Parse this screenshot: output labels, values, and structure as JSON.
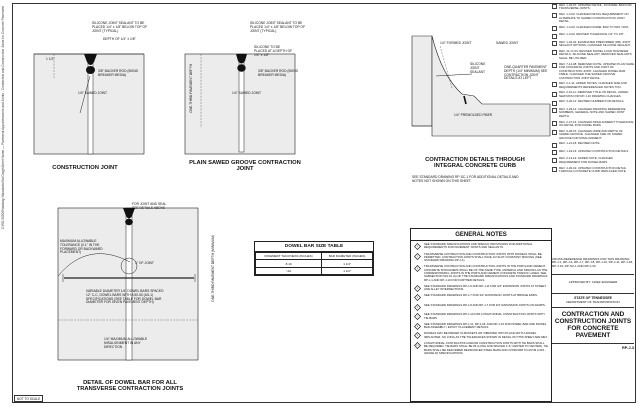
{
  "side_path": "Z:\\RD-5050\\Roadway Standards\\Std Dwgs\\Sheet Name — Pavement Appurtenances and Joints - Contraction and Construction Joints for Concrete Pavement",
  "construction_joint": {
    "title": "CONSTRUCTION JOINT",
    "labels": [
      "SILICONE JOINT SEALANT TO BE PLACED 1/4\" ± 1/8\" BELOW TOP OF JOINT (TYPICAL)",
      "DEPTH OF 1/4\" ± 1/8\"",
      "3/8\" BACKER ROD (BOND BREAKER MEDIA)",
      "1/4\" SAWED JOINT",
      "1 1/2\""
    ]
  },
  "sawed_groove": {
    "title": "PLAIN SAWED GROOVE CONTRACTION JOINT",
    "labels": [
      "SILICONE JOINT SEALANT TO BE PLACED 1/4\" ± 1/8\" BELOW TOP OF JOINT (TYPICAL)",
      "SILICONE TO BE PLACED AT A DEPTH OF 1/4\" ± 1/8\"",
      "3/8\" BACKER ROD (BOND BREAKER MEDIA)",
      "1/4\" SAWED JOINT",
      "ONE-THIRD PAVEMENT DEPTH"
    ]
  },
  "curb": {
    "title": "CONTRACTION DETAILS THROUGH INTEGRAL CONCRETE CURB",
    "labels": [
      "1/4\" FORMED JOINT",
      "SAWED JOINT",
      "SILICONE JOINT SEALANT",
      "ONE-QUARTER PAVEMENT DEPTH (1/4\" MINIMUM) SEE CONTRACTION JOINT DETAILS AT LEFT",
      "1/4\" PREMOLDED FIBER"
    ],
    "note": "SEE STANDARD DRAWING RP-SC-1 FOR ADDITIONAL DETAILS AND NOTES NOT SHOWN ON THIS SHEET."
  },
  "dowel_detail": {
    "title": "DETAIL OF DOWEL BAR FOR ALL TRANSVERSE CONTRACTION JOINTS",
    "labels": [
      "FOR JOINT AND SEAL SEE DETAILS ABOVE",
      "MAXIMUM ALLOWABLE TOLERANCE (0.1\" IN THE FORWARD OR BACKWARD PLACEMENT)",
      "1\" OF JOINT",
      "VARIABLE DIAMETER 1/4\" DOWEL BARS SPACED 12\" C-C, DOWEL BARS WITH A 50-50 (AS-1) SPECIFICATIONS (SEE TABLE FOR DOWEL BAR DIAMETER FOR GIVEN PAVEMENT DEPTH)",
      "1/4\" MAXIMUM ALLOWABLE MISALIGNMENT IN ANY DIRECTION",
      "ONE-THIRD PAVEMENT DEPTH (MINIMUM)"
    ]
  },
  "dowel_table": {
    "title": "DOWEL BAR SIZE TABLE",
    "headers": [
      "PAVEMENT THICKNESS (INCHES)",
      "BAR DIAMETER (INCHES)"
    ],
    "rows": [
      [
        "8-10",
        "1 1/4\""
      ],
      [
        ">10",
        "1 1/2\""
      ]
    ]
  },
  "general_notes": {
    "title": "GENERAL NOTES",
    "notes": [
      {
        "n": "1",
        "text": "SEE STANDARD SPECIFICATIONS AND SPECIAL PROVISIONS FOR ADDITIONAL REQUIREMENTS FOR PAVEMENT JOINTS AND SEALANTS."
      },
      {
        "n": "2",
        "text": "TRANSVERSE CONTRACTION AND CONSTRUCTION JOINTS WITH DOWELS SHALL BE PERMITTED. CONTRACTION JOINTS SHALL HAVE 1/3 SLOT CONSTANT SPACING (SEE STANDARD DRAWING RP-J-1)."
      },
      {
        "n": "3",
        "text": "TRANSVERSE CONTRACTION AND CONSTRUCTION JOINTS IN THE PORTLAND CEMENT CONCRETE SHOULDERS SHALL BE OF THE SAME TYPE, MATERIAL AND SPACING AS THE CORRESPONDING JOINTS IN THE PORTLAND CEMENT CONCRETE TRAFFIC LANES. SEE SUBSECTION 501.03 (A) OF THE STANDARD SPECIFICATIONS AND STANDARD DRAWINGS RP-J-1 AND RP-J-10 FOR FURTHER DETAILS."
      },
      {
        "n": "4",
        "text": "SEE STANDARD DRAWINGS RP-J-6 AND RP-J-11 FOR 3/4\" EXPANSION JOINTS AT STREET AND ALLEY INTERSECTIONS."
      },
      {
        "n": "5",
        "text": "SEE STANDARD DRAWINGS RP-J-7 FOR 3/4\" EXPANSION JOINTS AT BRIDGE ENDS."
      },
      {
        "n": "6",
        "text": "SEE STANDARD DRAWINGS RP-J-8 AND RP-J-7 FOR 3/4\" EXPANSION JOINTS ON RAMPS."
      },
      {
        "n": "7",
        "text": "SEE STANDARD DRAWINGS RP-J-10 FOR LONGITUDINAL CONSTRUCTION JOINTS WITH TIE BARS."
      },
      {
        "n": "8",
        "text": "SEE STANDARD DRAWINGS RP-J-11, RP-J-18, AND RP-J-19 FOR DOWEL BAR AND DOWEL BAR ASSEMBLY / EPOXY PLACEMENT DETAILS."
      },
      {
        "n": "9",
        "text": "DOWELS MAY BE PRESET IN BASKETS OR VIBRATED INTO PLACE WITH A DOWEL IMPLANTER, SO LONG AS THE TOLERANCES SHOWN IN DETAIL ON THIS SHEET ARE MET."
      },
      {
        "n": "10",
        "text": "LONGITUDINAL CONTRACTION AND/OR CONSTRUCTION JOINTS WITH TIE BARS SHALL BE REQUIRED. TIE BARS SHALL BE #5 (LONG AND SPACED 1'-6\" CENTER TO CENTER). TIE BARS SHALL BE DEFORMED REINFORCED STEEL BARS AND CONFORM TO ASTM A 615 - GRADE 40 SPECIFICATIONS."
      }
    ]
  },
  "revisions": [
    "REV. 1-02-97: UPDATED DETAIL, IN DOWEL BAR FOR TRANSVERSE JOINTS.",
    "REV. 1-4-00: CHANGED DETAIL REQUIREMENT ON ALTERNATE TO SAWED CONSTRUCTION JOINT DETAIL.",
    "REV. 1-4-00: CHANGED DOWEL BAR TO 50% / 50%.",
    "REV. 1-4-00: REVISED TOLERANCE 1/4\" TO 1/8\".",
    "REV. 1-04-02: ELIMINATED PREFORMED (RR) JOINT SEALANT OPTIONS, CHANGED SILICONE SEALANT.",
    "REV. 11-17-04: REVISED DOWEL LOAD TRANSFER DETAILS, SILICONE SEALANT, REMOVED SEALANTS SHALL BE UTILIZED.",
    "REV. 7-14-08: REMOVED NOTE. UPDATED PLAN NAME FOR CONCRETE JOINTS AND JOINT OF CONSTRUCTION JOINT. CHANGED DOWEL BAR TABLE. CHANGED THE SAWED GROOVE CONTRACTION JOINT DETAIL.",
    "REV. 2-1-11: ADDED NOTES, CHANGED SIZE AND REQUIREMENTS REFERENCED NOTES TOO.",
    "REV. 2-16-11: REMOVED TITLE ON DETAIL. ADDED NEW RDS FOR RP-J-10 DRAWING CHANGES.",
    "REV. 3-26-12: REVISED NUMBER FOR DETAILS.",
    "REV. 4-29-14: CHANGED DRAWING REFERENCE NUMBERS, GENERAL NOTE AND SAWED JOINT DEPTH.",
    "REV. 2-27-15: CHANGED MISALIGNMENT TOLERANCE ON DETAIL FOR DOWEL BARS.",
    "REV. 9-28-15: CHANGED WIRE AND DEPTH OF SAWED GROOVE. CHANGED SIZE OF SAWED GROOVE FOR MISALIGNMENT.",
    "REV. 1-21-18: REVISED NOTE.",
    "REV. 1-23-19: UPDATED CONSTRUCTION DETAILS.",
    "REV. 2-13-19: ADDED NOTE, CHANGED REQUIREMENT FOR DOWEL BARS.",
    "REV. 4-30-19: UPDATED CONSTRUCTION DETAIL THROUGH CONCRETE CURB, REPLACED NOTE."
  ],
  "cross_ref": {
    "text": "CROSS-REFERENCE DRAWINGS FOR THIS DRAWING: RP-J-1, RP-J-6, RP-J-7, RP-J-8, RP-J-10, RP-J-11, RP-J-18, RP-J-19, RP-SC-1 AND RP-J-30"
  },
  "title_block": {
    "approved": "APPROVED BY: CHIEF ENGINEER",
    "state": "STATE OF TENNESSEE",
    "dept": "DEPARTMENT OF TRANSPORTATION",
    "sheet_title": "CONTRACTION AND CONSTRUCTION JOINTS FOR CONCRETE PAVEMENT",
    "number": "RP-J-3"
  },
  "not_to_scale": "NOT TO SCALE"
}
